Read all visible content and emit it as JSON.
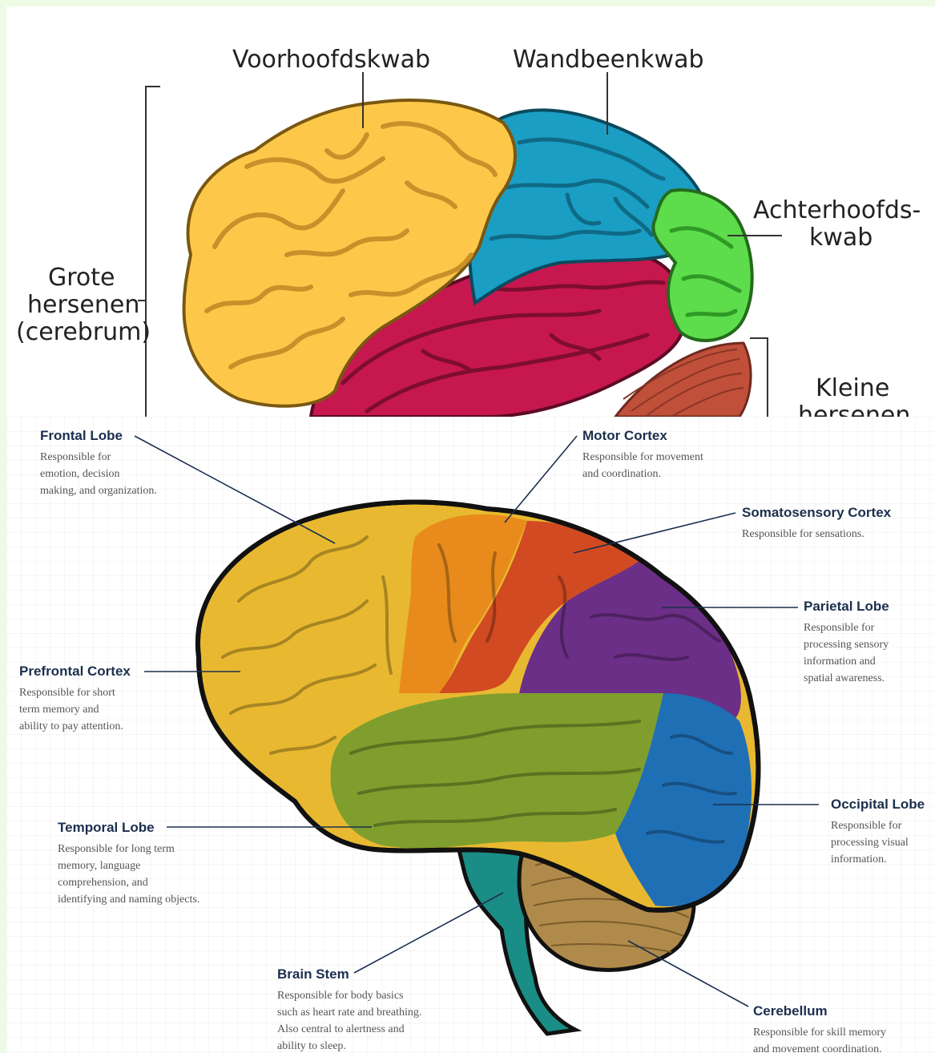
{
  "top_diagram": {
    "labels": {
      "frontal": "Voorhoofdskwab",
      "parietal": "Wandbeenkwab",
      "occipital_line1": "Achterhoofds-",
      "occipital_line2": "kwab",
      "cerebrum_line1": "Grote",
      "cerebrum_line2": "hersenen",
      "cerebrum_line3": "(cerebrum)",
      "cerebellum_line1": "Kleine",
      "cerebellum_line2": "hersenen"
    },
    "colors": {
      "frontal": "#fdc84a",
      "parietal": "#1a9ec4",
      "occipital": "#5ddc4c",
      "temporal": "#c7174f",
      "cerebellum": "#c0503a"
    }
  },
  "bottom_diagram": {
    "regions": [
      {
        "id": "frontal",
        "title": "Frontal Lobe",
        "desc": [
          "Responsible for",
          "emotion, decision",
          "making, and organization."
        ]
      },
      {
        "id": "motor",
        "title": "Motor Cortex",
        "desc": [
          "Responsible for movement",
          "and coordination."
        ]
      },
      {
        "id": "somato",
        "title": "Somatosensory Cortex",
        "desc": [
          "Responsible for sensations."
        ]
      },
      {
        "id": "parietal",
        "title": "Parietal Lobe",
        "desc": [
          "Responsible for",
          "processing sensory",
          "information and",
          "spatial awareness."
        ]
      },
      {
        "id": "prefrontal",
        "title": "Prefrontal Cortex",
        "desc": [
          "Responsible for short",
          "term memory and",
          "ability to pay attention."
        ]
      },
      {
        "id": "occipital",
        "title": "Occipital Lobe",
        "desc": [
          "Responsible for",
          "processing visual",
          "information."
        ]
      },
      {
        "id": "temporal",
        "title": "Temporal Lobe",
        "desc": [
          "Responsible for long term",
          "memory, language",
          "comprehension, and",
          "identifying and naming objects."
        ]
      },
      {
        "id": "stem",
        "title": "Brain Stem",
        "desc": [
          "Responsible for body basics",
          "such as heart rate and breathing.",
          "Also central to alertness and",
          "ability to sleep."
        ]
      },
      {
        "id": "cerebellum",
        "title": "Cerebellum",
        "desc": [
          "Responsible for skill memory",
          "and movement coordination."
        ]
      }
    ],
    "colors": {
      "frontal": "#e8b930",
      "motor": "#e88b1c",
      "somato": "#d24a22",
      "parietal": "#6b2f87",
      "occipital": "#1f6fb5",
      "temporal": "#7f9e2e",
      "stem": "#1a8d86",
      "cerebellum": "#b08a4a",
      "outline": "#111111",
      "title": "#1b2f4e"
    }
  }
}
